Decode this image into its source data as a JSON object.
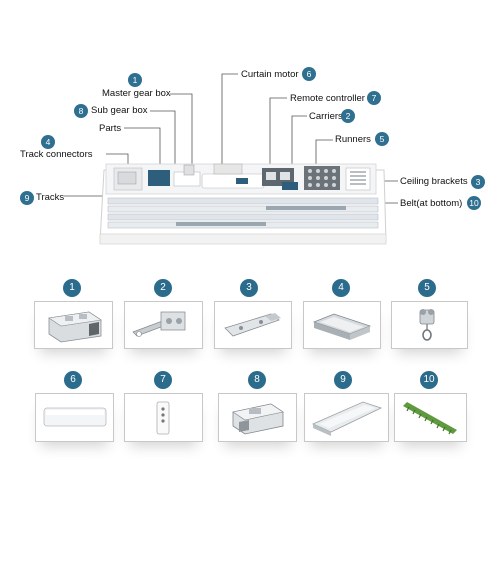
{
  "labels": [
    {
      "num": "1",
      "text": "Master gear box"
    },
    {
      "num": "8",
      "text": "Sub gear box"
    },
    {
      "num": "",
      "text": "Parts"
    },
    {
      "num": "4",
      "text": "Track connectors"
    },
    {
      "num": "9",
      "text": "Tracks"
    },
    {
      "num": "6",
      "text": "Curtain motor"
    },
    {
      "num": "7",
      "text": "Remote controller"
    },
    {
      "num": "2",
      "text": "Carriers"
    },
    {
      "num": "5",
      "text": "Runners"
    },
    {
      "num": "3",
      "text": "Ceiling brackets"
    },
    {
      "num": "10",
      "text": "Belt(at bottom)"
    }
  ],
  "grid": [
    {
      "num": "1",
      "icon": "track-connector-icon"
    },
    {
      "num": "2",
      "icon": "carrier-icon"
    },
    {
      "num": "3",
      "icon": "ceiling-bracket-icon"
    },
    {
      "num": "4",
      "icon": "track-channel-icon"
    },
    {
      "num": "5",
      "icon": "runner-icon"
    },
    {
      "num": "6",
      "icon": "curtain-motor-icon"
    },
    {
      "num": "7",
      "icon": "remote-controller-icon"
    },
    {
      "num": "8",
      "icon": "sub-gear-box-icon"
    },
    {
      "num": "9",
      "icon": "track-icon"
    },
    {
      "num": "10",
      "icon": "belt-icon"
    }
  ],
  "colors": {
    "badge": "#2b6b8c",
    "tile_border": "#c8c8c8"
  }
}
